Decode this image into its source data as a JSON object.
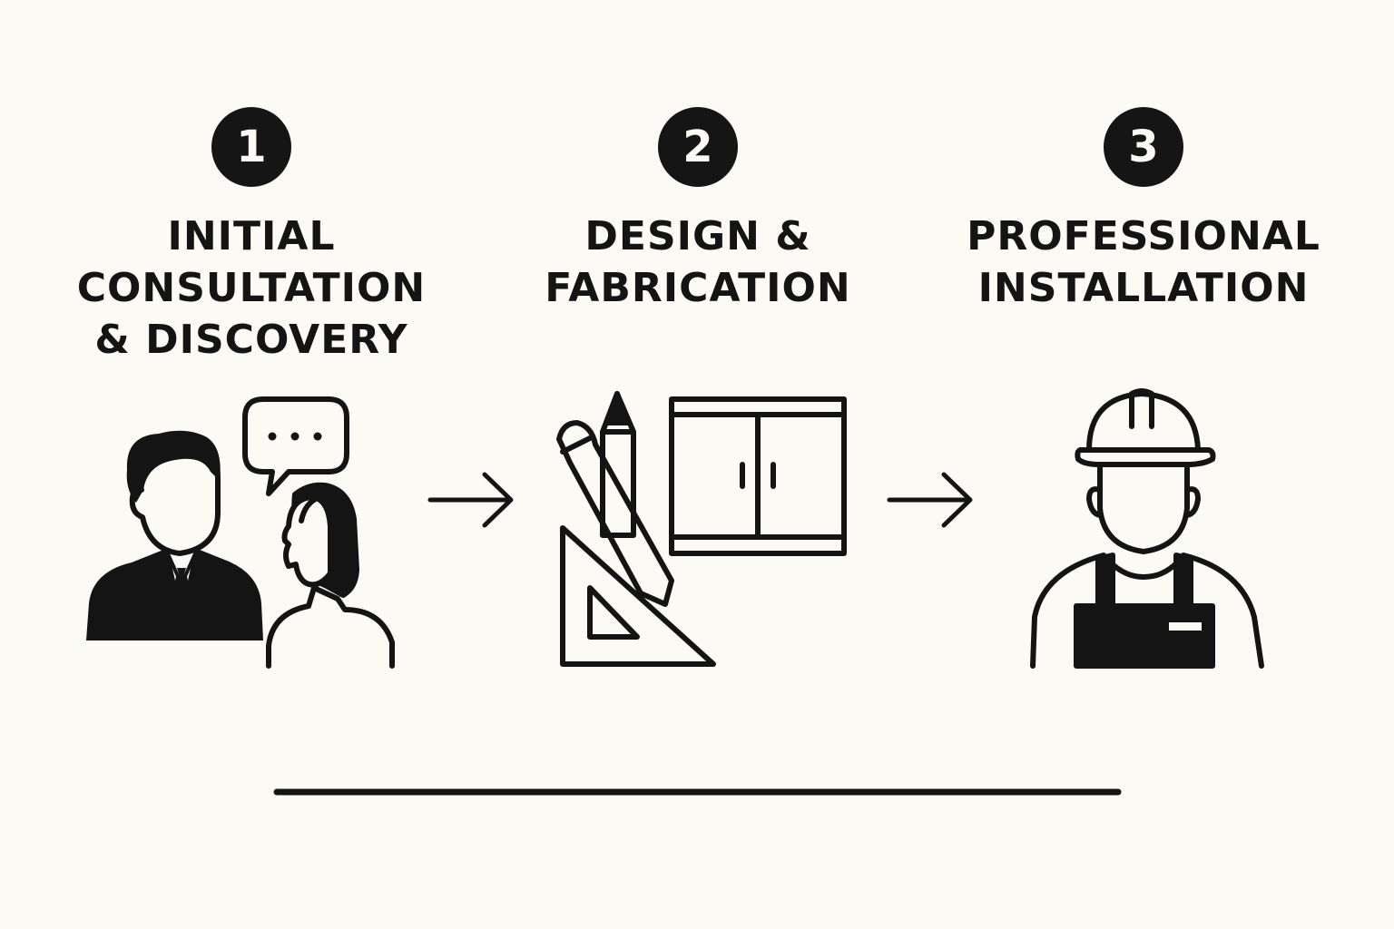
{
  "steps": [
    {
      "number": "1",
      "title_lines": [
        "INITIAL",
        "CONSULTATION",
        "& DISCOVERY"
      ],
      "icon": "consultation-icon"
    },
    {
      "number": "2",
      "title_lines": [
        "DESIGN &",
        "FABRICATION"
      ],
      "icon": "design-tools-icon"
    },
    {
      "number": "3",
      "title_lines": [
        "PROFESSIONAL",
        "INSTALLATION"
      ],
      "icon": "installer-icon"
    }
  ],
  "connectors": [
    "arrow-right-icon",
    "arrow-right-icon"
  ],
  "colors": {
    "background": "#fbfaf5",
    "ink": "#141414"
  }
}
